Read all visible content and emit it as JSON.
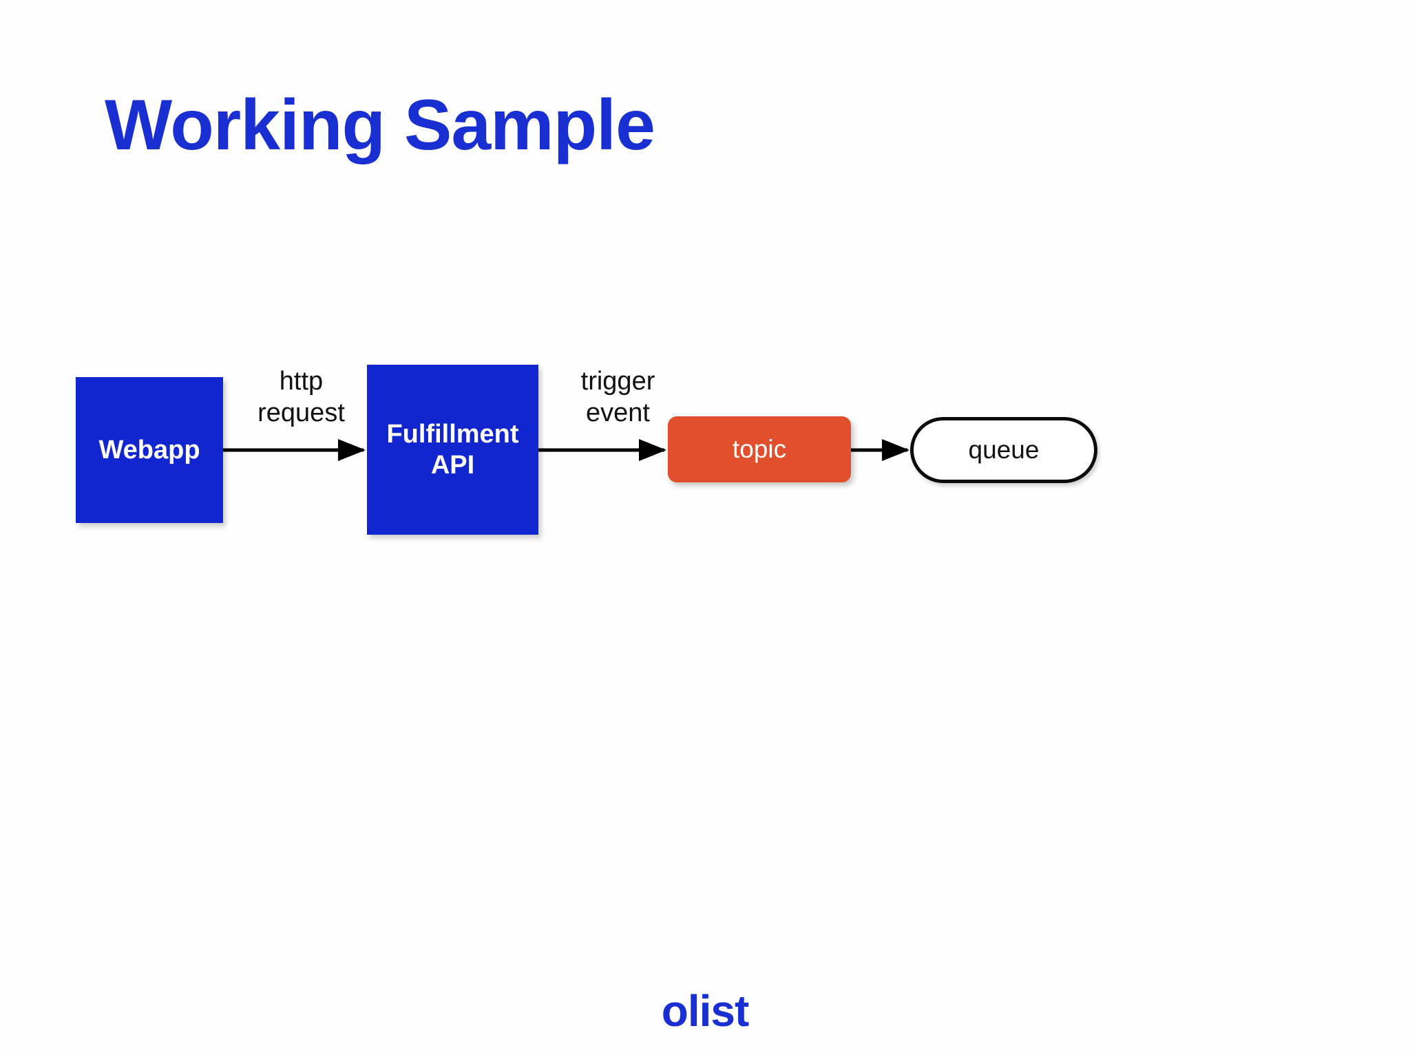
{
  "slide": {
    "title": "Working Sample",
    "background_color": "#fefefe",
    "title_color": "#1a2fd2",
    "footer_logo": "olist",
    "footer_logo_color": "#1a2fd2"
  },
  "diagram": {
    "type": "flow",
    "nodes": [
      {
        "id": "webapp",
        "label": "Webapp",
        "shape": "rectangle",
        "fill": "#1226cf",
        "text_color": "#ffffff"
      },
      {
        "id": "fulfillment-api",
        "label_line1": "Fulfillment",
        "label_line2": "API",
        "shape": "rectangle",
        "fill": "#1226cf",
        "text_color": "#ffffff"
      },
      {
        "id": "topic",
        "label": "topic",
        "shape": "rounded-rectangle",
        "fill": "#e24f2c",
        "text_color": "#ffffff"
      },
      {
        "id": "queue",
        "label": "queue",
        "shape": "pill",
        "fill": "#ffffff",
        "border_color": "#0b0b0b",
        "text_color": "#121212"
      }
    ],
    "edges": [
      {
        "id": "webapp-to-fulfillment",
        "from": "webapp",
        "to": "fulfillment-api",
        "label_line1": "http",
        "label_line2": "request",
        "arrow": "single",
        "color": "#000000"
      },
      {
        "id": "fulfillment-to-topic",
        "from": "fulfillment-api",
        "to": "topic",
        "label_line1": "trigger",
        "label_line2": "event",
        "arrow": "single",
        "color": "#000000"
      },
      {
        "id": "topic-to-queue",
        "from": "topic",
        "to": "queue",
        "label_line1": "",
        "label_line2": "",
        "arrow": "single",
        "color": "#000000"
      }
    ]
  }
}
